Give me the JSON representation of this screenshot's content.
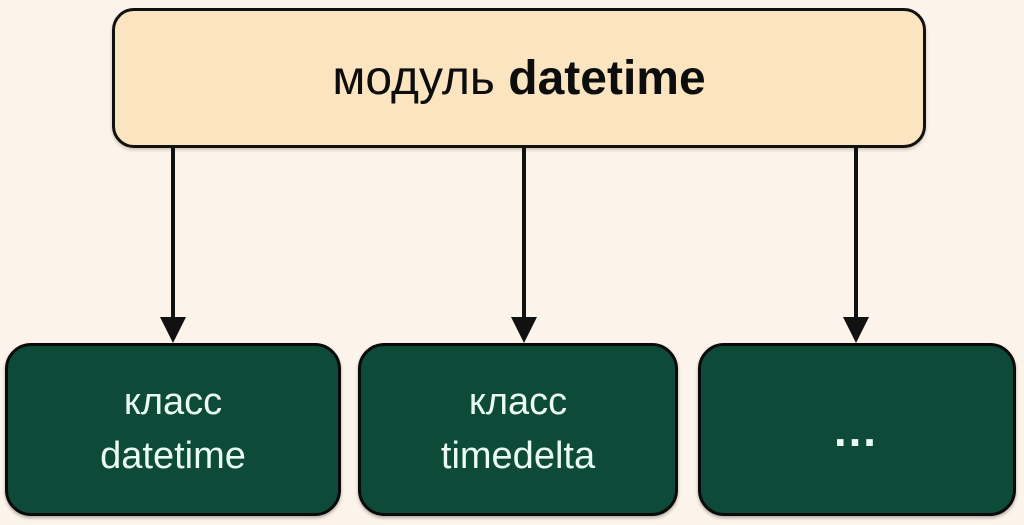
{
  "colors": {
    "bg": "#FCF4EA",
    "root-fill": "#FBE5C1",
    "root-border": "#111111",
    "root-text": "#0D0D0D",
    "child-fill": "#0E4A38",
    "child-border": "#0A0A0A",
    "child-text": "#EAFBF4",
    "arrow": "#111111"
  },
  "diagram": {
    "root": {
      "prefix": "модуль ",
      "name": "datetime"
    },
    "children": [
      {
        "line1": "класс",
        "line2": "datetime"
      },
      {
        "line1": "класс",
        "line2": "timedelta"
      },
      {
        "label": "…"
      }
    ]
  }
}
